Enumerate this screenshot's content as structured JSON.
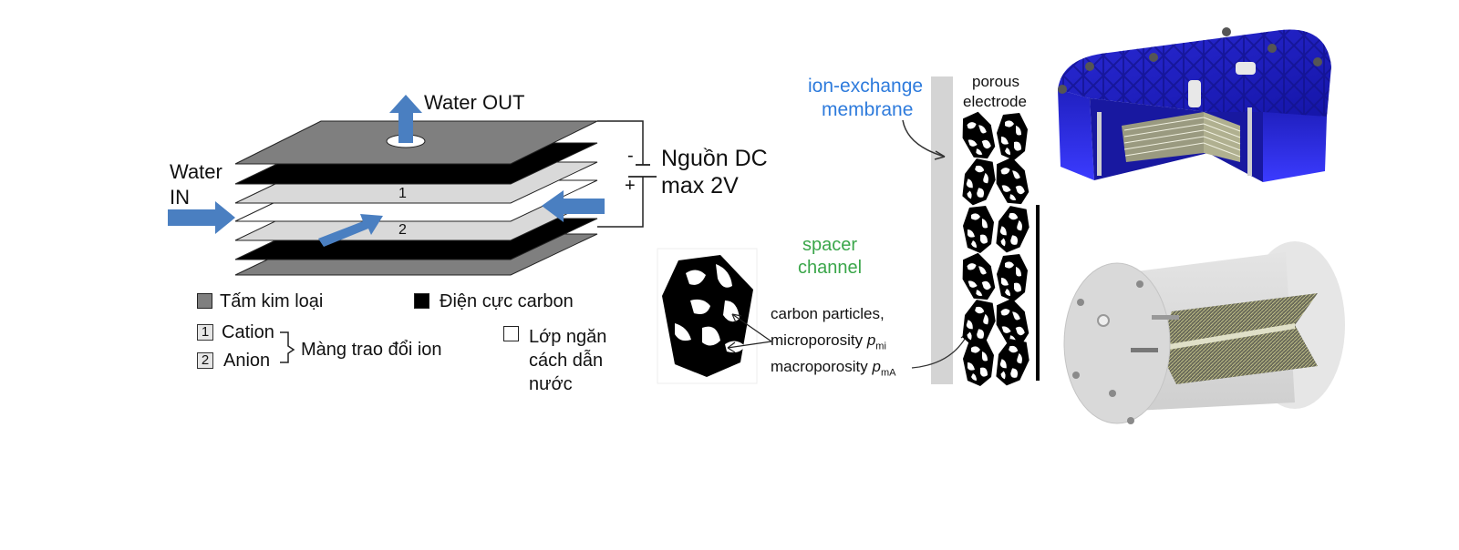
{
  "stack_diagram": {
    "water_out_label": "Water OUT",
    "water_in_label_line1": "Water",
    "water_in_label_line2": "IN",
    "membrane_1_number": "1",
    "membrane_2_number": "2",
    "minus_sign": "-",
    "plus_sign": "+",
    "power_label_line1": "Nguồn DC",
    "power_label_line2": "max 2V",
    "colors": {
      "metal_plate": "#7f7f7f",
      "carbon_electrode": "#000000",
      "membrane": "#d9d9d9",
      "spacer": "#ffffff",
      "flow_arrow": "#4a7fc1"
    }
  },
  "legend": {
    "metal_plate": "Tấm kim loại",
    "carbon_electrode": "Điện cực carbon",
    "cation_number": "1",
    "cation": "Cation",
    "anion_number": "2",
    "anion": "Anion",
    "ion_exchange_membrane": "Màng trao đổi ion",
    "spacer_line1": "Lớp ngăn",
    "spacer_line2": "cách dẫn",
    "spacer_line3": "nước"
  },
  "electrode_schematic": {
    "ion_exchange_label_line1": "ion-exchange",
    "ion_exchange_label_line2": "membrane",
    "porous_label_line1": "porous",
    "porous_label_line2": "electrode",
    "spacer_label_line1": "spacer",
    "spacer_label_line2": "channel",
    "carbon_particles_label": "carbon particles,",
    "microporosity_label": "microporosity",
    "microporosity_symbol": "p",
    "microporosity_subscript": "mi",
    "macroporosity_label": "macroporosity",
    "macroporosity_symbol": "p",
    "macroporosity_subscript": "mA",
    "colors": {
      "ion_exchange_text": "#2e7bdc",
      "spacer_text": "#3aa64a",
      "membrane_bar": "#d4d4d4"
    }
  },
  "device_renders": {
    "top": "blue-rectangular-cdi-module-cutaway",
    "bottom": "grey-cylindrical-cdi-module-cutaway",
    "colors": {
      "blue_body": "#2222cc",
      "grey_body": "#d8d8d8",
      "electrode_pack": "#8a8a6a"
    }
  }
}
